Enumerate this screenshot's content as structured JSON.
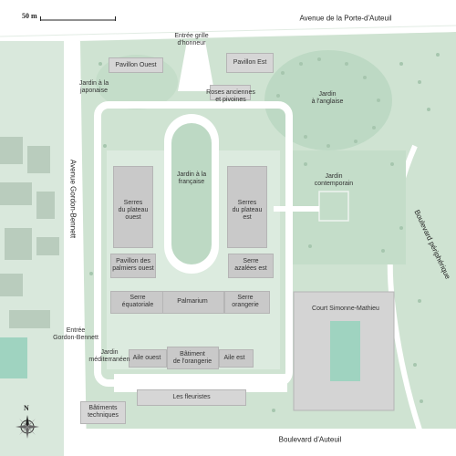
{
  "scale": {
    "label": "50 m"
  },
  "compass": {
    "letter": "N",
    "icon": "compass-rose-icon"
  },
  "roads": {
    "north": "Avenue de la Porte-d'Auteuil",
    "west": "Avenue Gordon-Bennett",
    "east": "Boulevard périphérique",
    "south": "Boulevard d'Auteuil"
  },
  "places": {
    "entree_grille": "Entrée grille\nd'honneur",
    "pavillon_ouest": "Pavillon Ouest",
    "pavillon_est": "Pavillon Est",
    "jardin_japonaise": "Jardin à la\njaponaise",
    "roses": "Roses anciennes\net pivoines",
    "jardin_anglaise": "Jardin\nà l'anglaise",
    "jardin_francaise": "Jardin à la\nfrançaise",
    "jardin_contemporain": "Jardin\ncontemporain",
    "serres_ouest": "Serres\ndu plateau\nouest",
    "serres_est": "Serres\ndu plateau\nest",
    "pavillon_palmiers": "Pavillon des\npalmiers ouest",
    "serre_azalees": "Serre\nazalées est",
    "serre_equatoriale": "Serre\néquatoriale",
    "palmarium": "Palmarium",
    "serre_orangerie": "Serre\norangerie",
    "court_simonne": "Court Simonne-Mathieu",
    "entree_gordon": "Entrée\nGordon-Bennett",
    "jardin_mediterraneen": "Jardin\nméditerranéen",
    "aile_ouest": "Aile ouest",
    "batiment_orangerie": "Bâtiment\nde l'orangerie",
    "aile_est": "Aile est",
    "fleuristes": "Les fleuristes",
    "batiments_techniques": "Bâtiments\ntechniques"
  },
  "colors": {
    "park": "#cfe3d2",
    "lawn": "#bdd9c4",
    "building": "#c9c9c9",
    "path": "#ffffff",
    "water": "#9fd3c0"
  }
}
